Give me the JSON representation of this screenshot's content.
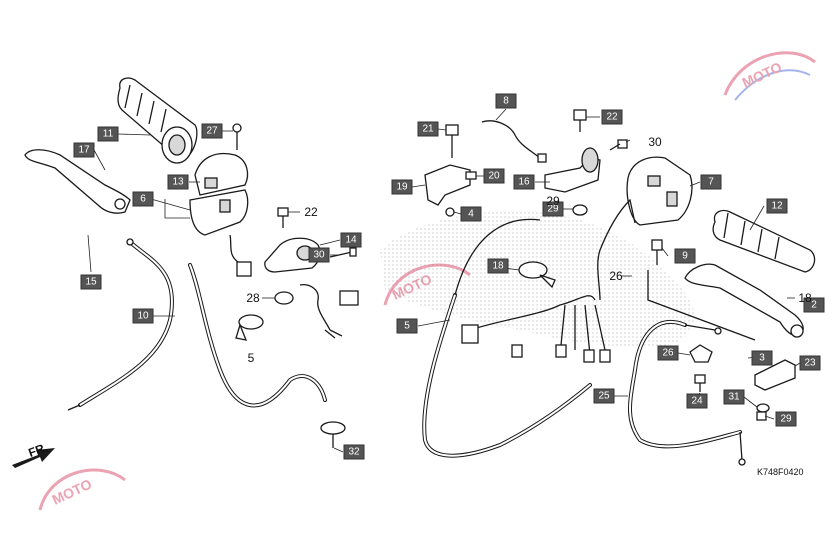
{
  "diagram": {
    "drawing_code": "K748F0420",
    "direction_label": "FR.",
    "watermark_text": "MOTO",
    "callouts_boxed": [
      "11",
      "17",
      "27",
      "13",
      "6",
      "15",
      "10",
      "32",
      "14",
      "30",
      "21",
      "8",
      "22",
      "19",
      "20",
      "16",
      "4",
      "29",
      "7",
      "12",
      "18",
      "5",
      "9",
      "26",
      "3",
      "23",
      "24",
      "31",
      "29",
      "25",
      "2"
    ],
    "callouts_plain": [
      "22",
      "28",
      "5",
      "30",
      "29",
      "26",
      "18"
    ]
  }
}
